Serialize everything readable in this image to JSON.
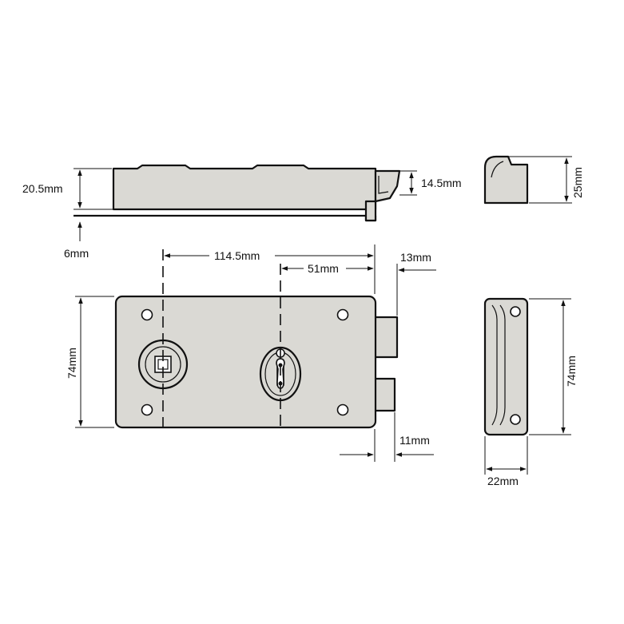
{
  "labels": {
    "top_height": "20.5mm",
    "bolt_height": "14.5mm",
    "staple_height": "25mm",
    "plate_thickness": "6mm",
    "center_distance": "114.5mm",
    "backset": "51mm",
    "bolt_projection": "13mm",
    "body_height": "74mm",
    "staple_body_height": "74mm",
    "latch_projection": "11mm",
    "staple_width": "22mm"
  },
  "colors": {
    "body_fill": "#dad9d4",
    "line": "#111111"
  }
}
